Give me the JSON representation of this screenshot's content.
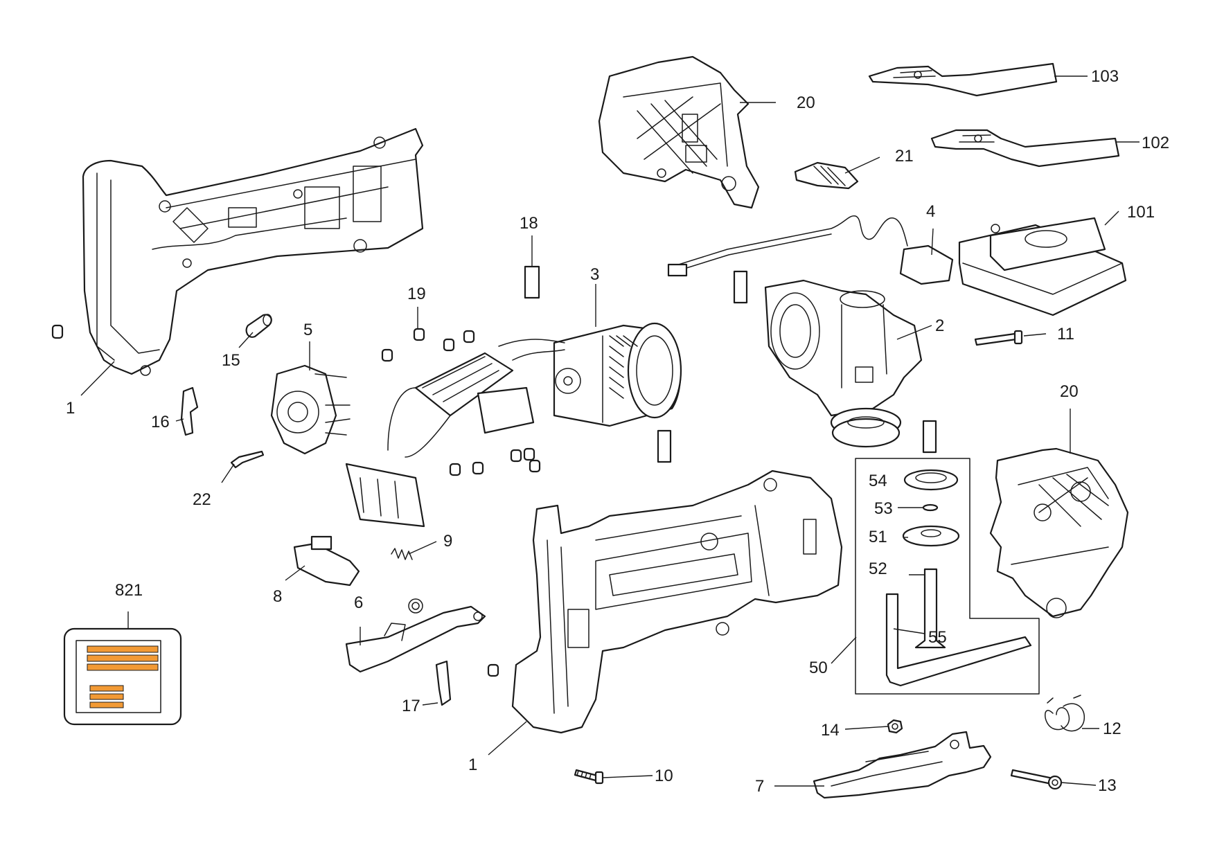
{
  "callouts": [
    {
      "id": "c1a",
      "text": "1"
    },
    {
      "id": "c1b",
      "text": "1"
    },
    {
      "id": "c2",
      "text": "2"
    },
    {
      "id": "c3",
      "text": "3"
    },
    {
      "id": "c4",
      "text": "4"
    },
    {
      "id": "c5",
      "text": "5"
    },
    {
      "id": "c6",
      "text": "6"
    },
    {
      "id": "c7",
      "text": "7"
    },
    {
      "id": "c8",
      "text": "8"
    },
    {
      "id": "c9",
      "text": "9"
    },
    {
      "id": "c10",
      "text": "10"
    },
    {
      "id": "c11",
      "text": "11"
    },
    {
      "id": "c12",
      "text": "12"
    },
    {
      "id": "c13",
      "text": "13"
    },
    {
      "id": "c14",
      "text": "14"
    },
    {
      "id": "c15",
      "text": "15"
    },
    {
      "id": "c16",
      "text": "16"
    },
    {
      "id": "c17",
      "text": "17"
    },
    {
      "id": "c18",
      "text": "18"
    },
    {
      "id": "c19",
      "text": "19"
    },
    {
      "id": "c20a",
      "text": "20"
    },
    {
      "id": "c20b",
      "text": "20"
    },
    {
      "id": "c21",
      "text": "21"
    },
    {
      "id": "c22",
      "text": "22"
    },
    {
      "id": "c50",
      "text": "50"
    },
    {
      "id": "c51",
      "text": "51"
    },
    {
      "id": "c52",
      "text": "52"
    },
    {
      "id": "c53",
      "text": "53"
    },
    {
      "id": "c54",
      "text": "54"
    },
    {
      "id": "c55",
      "text": "55"
    },
    {
      "id": "c101",
      "text": "101"
    },
    {
      "id": "c102",
      "text": "102"
    },
    {
      "id": "c103",
      "text": "103"
    },
    {
      "id": "c821",
      "text": "821"
    }
  ],
  "colors": {
    "line": "#1a1a1a",
    "label_stripe": "#f29a35",
    "background": "#ffffff"
  }
}
